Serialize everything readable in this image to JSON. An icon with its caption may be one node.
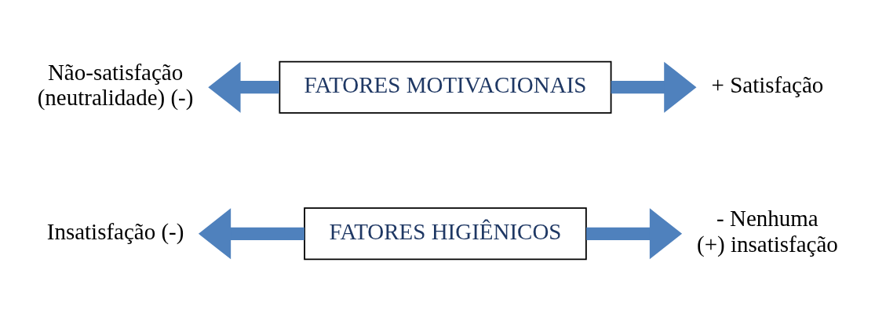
{
  "diagram": {
    "nodes": [
      {
        "text": [
          "Não-satisfação",
          "(neutralidade) (-)"
        ]
      },
      {
        "text": [
          "FATORES MOTIVACIONAIS"
        ]
      },
      {
        "text": [
          "+ Satisfação"
        ]
      },
      {
        "text": [
          "Insatisfação (-)"
        ]
      },
      {
        "text": [
          "FATORES HIGIÊNICOS"
        ]
      },
      {
        "text": [
          "- Nenhuma",
          "(+) insatisfação"
        ]
      }
    ],
    "edges": [
      {
        "from": 1,
        "to": 0,
        "arrow": "to"
      },
      {
        "from": 1,
        "to": 2,
        "arrow": "to"
      },
      {
        "from": 4,
        "to": 3,
        "arrow": "to"
      },
      {
        "from": 4,
        "to": 5,
        "arrow": "to"
      }
    ]
  }
}
